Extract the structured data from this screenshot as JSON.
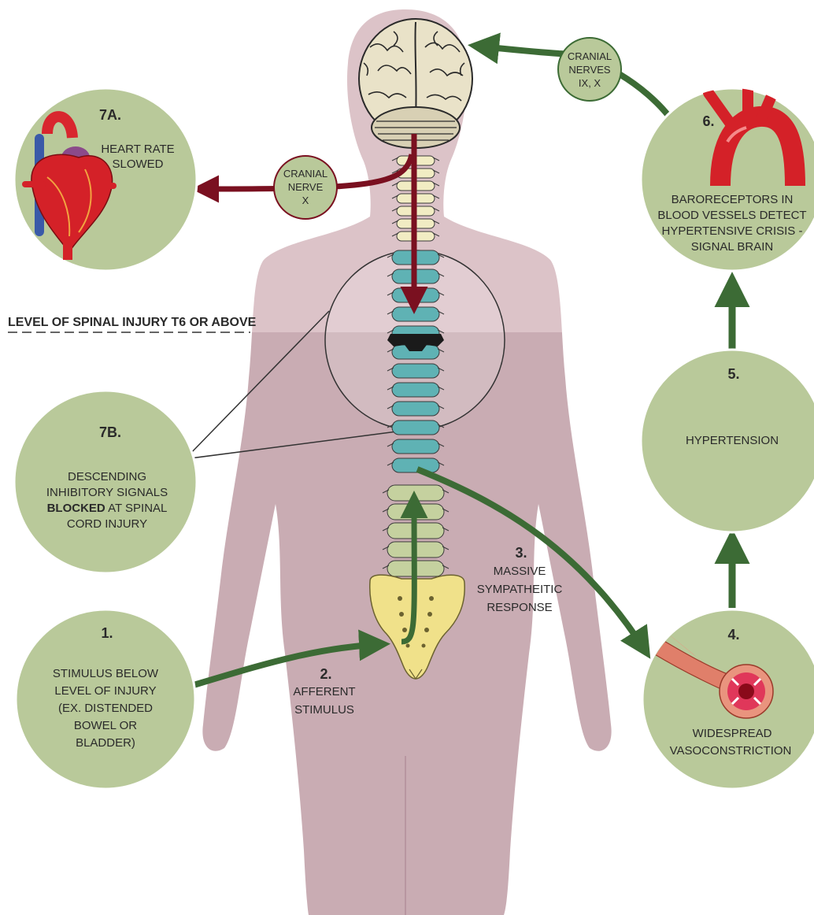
{
  "injury_level": "LEVEL OF SPINAL INJURY T6 OR ABOVE",
  "cranial_nerve_left": [
    "CRANIAL",
    "NERVE",
    "X"
  ],
  "cranial_nerves_top": [
    "CRANIAL",
    "NERVES",
    "IX, X"
  ],
  "step_7a": {
    "num": "7A.",
    "lines": [
      "HEART RATE",
      "SLOWED"
    ]
  },
  "step_7b": {
    "num": "7B.",
    "line1": "DESCENDING",
    "line2": "INHIBITORY SIGNALS",
    "line3_bold": "BLOCKED",
    "line3_rest": " AT SPINAL",
    "line4": "CORD INJURY"
  },
  "step_1": {
    "num": "1.",
    "lines": [
      "STIMULUS BELOW",
      "LEVEL OF INJURY",
      "(EX. DISTENDED",
      "BOWEL OR",
      "BLADDER)"
    ]
  },
  "step_2": {
    "num": "2.",
    "lines": [
      "AFFERENT",
      "STIMULUS"
    ]
  },
  "step_3": {
    "num": "3.",
    "lines": [
      "MASSIVE",
      "SYMPATHEITIC",
      "RESPONSE"
    ]
  },
  "step_4": {
    "num": "4.",
    "lines": [
      "WIDESPREAD",
      "VASOCONSTRICTION"
    ]
  },
  "step_5": {
    "num": "5.",
    "lines": [
      "HYPERTENSION"
    ]
  },
  "step_6": {
    "num": "6.",
    "lines": [
      "BARORECEPTORS IN",
      "BLOOD VESSELS DETECT",
      "HYPERTENSIVE CRISIS -",
      "SIGNAL BRAIN"
    ]
  },
  "colors": {
    "body_upper": "#dcc3c8",
    "body_lower": "#c9acb3",
    "circle_fill": "#b9c99a",
    "circle_stroke": "#ffffff",
    "green_arrow": "#3c6b35",
    "red_arrow": "#7a1020",
    "cervical": "#f1ecc3",
    "thoracic": "#5fb2b4",
    "lumbar": "#c5d19f",
    "sacrum": "#f0e18a",
    "injury": "#1a1a1a"
  }
}
